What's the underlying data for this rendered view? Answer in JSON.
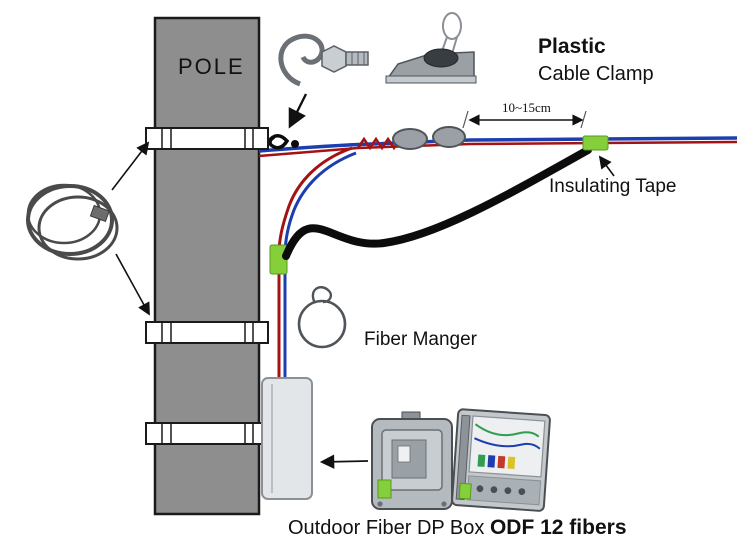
{
  "diagram": {
    "title": "Pole-mounted fiber drop installation diagram",
    "labels": {
      "pole": "POLE",
      "plastic": "Plastic",
      "cable_clamp": "Cable Clamp",
      "distance": "10~15cm",
      "insulating_tape": "Insulating Tape",
      "fiber_manager": "Fiber Manger",
      "dp_box": "Outdoor Fiber DP Box ",
      "odf": "ODF 12 fibers"
    },
    "colors": {
      "pole": "#8e8e8e",
      "band_white": "#ffffff",
      "cable_blue": "#1d3fae",
      "cable_red": "#a31313",
      "cable_black": "#0c0c0c",
      "tape_green": "#85d03a",
      "box_gray": "#e2e6e9",
      "hardware_gray": "#9aa0a5"
    },
    "icons": [
      "hose-clamp-coil-icon",
      "hook-clamp-icon",
      "plastic-cable-clamp-icon",
      "fiber-manager-loop-icon",
      "dp-box-on-pole",
      "dp-box-closed-icon",
      "dp-box-open-icon"
    ]
  }
}
